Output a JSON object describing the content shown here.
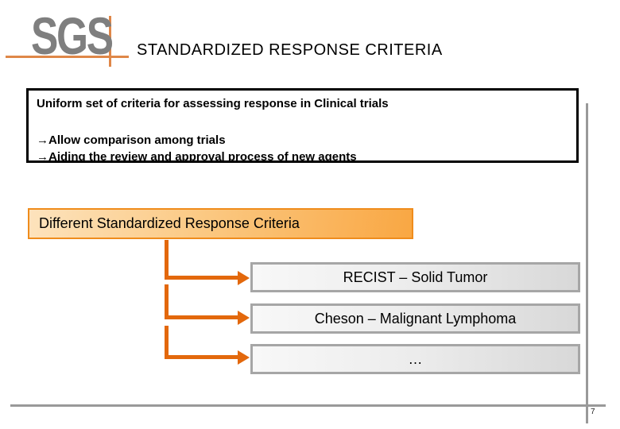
{
  "header": {
    "logo_text": "SGS",
    "title": "STANDARDIZED RESPONSE CRITERIA"
  },
  "info_box": {
    "line1": "Uniform set of criteria for assessing response in Clinical trials",
    "bullets": [
      {
        "glyph": "→",
        "text": "Allow comparison among trials"
      },
      {
        "glyph": "→",
        "text": "Aiding the review and approval process of new agents"
      }
    ]
  },
  "diagram": {
    "heading": "Different Standardized Response Criteria",
    "items": [
      {
        "label": "RECIST – Solid Tumor"
      },
      {
        "label": "Cheson – Malignant Lymphoma"
      },
      {
        "label": "…"
      }
    ]
  },
  "footer": {
    "page_number": "7"
  },
  "colors": {
    "arrow_orange": "#e3680c",
    "orange_box_border": "#ef8c1c",
    "logo_gray": "#7f7f7f",
    "guide_line_gray": "#999999"
  }
}
